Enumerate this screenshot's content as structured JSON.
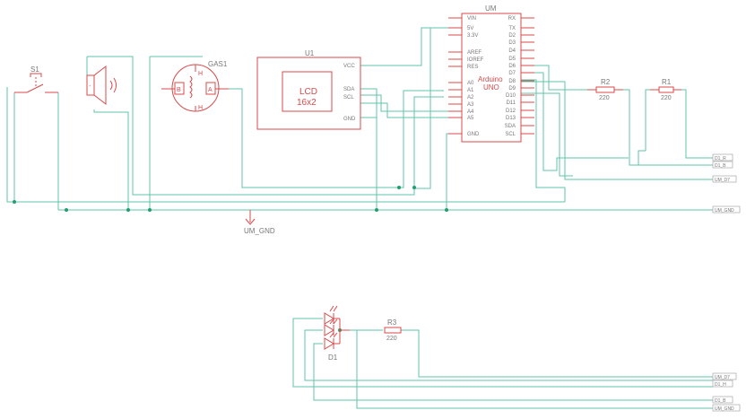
{
  "colors": {
    "wire": "#5fc4a9",
    "part": "#d84a4a",
    "label": "#777777",
    "junction": "#1f9e6f",
    "net_label_border": "#9a9a9a"
  },
  "components": {
    "s1": "S1",
    "gas1": "GAS1",
    "gas_pins": {
      "b": "B",
      "a": "A",
      "h1": "H",
      "h2": "H"
    },
    "u1": "U1",
    "lcd_line1": "LCD",
    "lcd_line2": "16x2",
    "u1_pins": {
      "vcc": "VCC",
      "sda": "SDA",
      "scl": "SCL",
      "gnd": "GND"
    },
    "um": "UM",
    "um_name1": "Arduino",
    "um_name2": "UNO",
    "um_left_pins": [
      "VIN",
      "5V",
      "3.3V",
      "AREF",
      "IOREF",
      "RES",
      "A0",
      "A1",
      "A2",
      "A3",
      "A4",
      "A5",
      "GND"
    ],
    "um_right_pins": [
      "RX",
      "TX",
      "D2",
      "D3",
      "D4",
      "D5",
      "D6",
      "D7",
      "D8",
      "D9",
      "D10",
      "D11",
      "D12",
      "D13",
      "SDA",
      "SCL"
    ],
    "r1": "R1",
    "r1_value": "220",
    "r2": "R2",
    "r2_value": "220",
    "r3": "R3",
    "r3_value": "220",
    "d1": "D1"
  },
  "net_labels": {
    "um_gnd_symbol": "UM_GND",
    "top": [
      "D1_R",
      "D1_B",
      "UM_D7",
      "UM_GND"
    ],
    "bottom": [
      "UM_D7",
      "D1_H",
      "D1_B",
      "UM_GND"
    ]
  }
}
